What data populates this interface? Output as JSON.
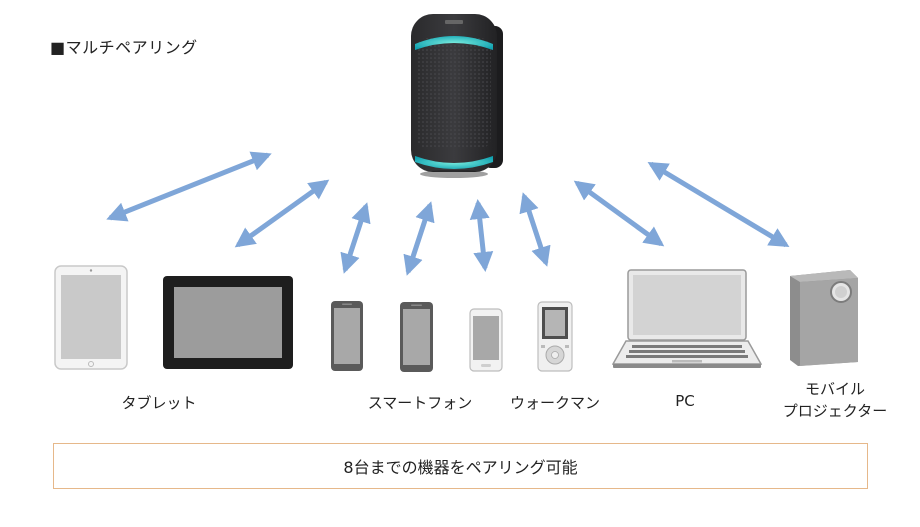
{
  "heading": "■マルチペアリング",
  "labels": {
    "tablet": "タブレット",
    "smartphone": "スマートフォン",
    "walkman": "ウォークマン",
    "pc": "PC",
    "projector_line1": "モバイル",
    "projector_line2": "プロジェクター"
  },
  "footer": "8台までの機器をペアリング可能",
  "colors": {
    "arrow": "#7fa6d8",
    "box_border": "#e6b88a",
    "speaker_light": "#19d6c8"
  },
  "icons": [
    "speaker-icon",
    "tablet-icon",
    "smartphone-icon",
    "walkman-icon",
    "laptop-icon",
    "projector-icon"
  ]
}
